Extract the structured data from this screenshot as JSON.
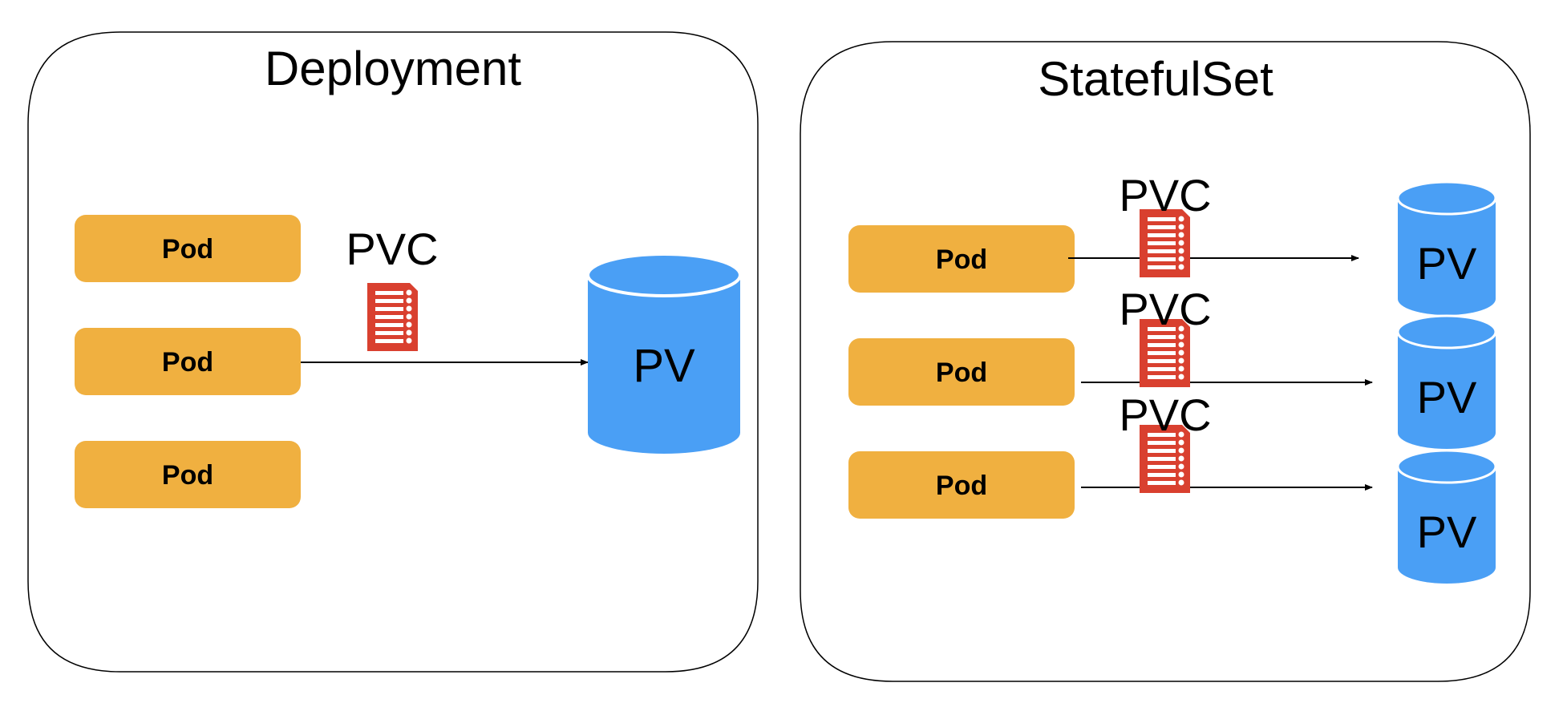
{
  "deployment": {
    "title": "Deployment",
    "pods": [
      "Pod",
      "Pod",
      "Pod"
    ],
    "pvc_label": "PVC",
    "pv_label": "PV"
  },
  "statefulset": {
    "title": "StatefulSet",
    "rows": [
      {
        "pod": "Pod",
        "pvc": "PVC",
        "pv": "PV"
      },
      {
        "pod": "Pod",
        "pvc": "PVC",
        "pv": "PV"
      },
      {
        "pod": "Pod",
        "pvc": "PVC",
        "pv": "PV"
      }
    ]
  },
  "colors": {
    "pod_fill": "#F0B040",
    "pv_fill": "#4A9FF5",
    "pvc_icon": "#D9402F",
    "border": "#000000"
  },
  "icons": {
    "pvc": "document-checklist-icon",
    "pv": "database-cylinder-icon"
  }
}
